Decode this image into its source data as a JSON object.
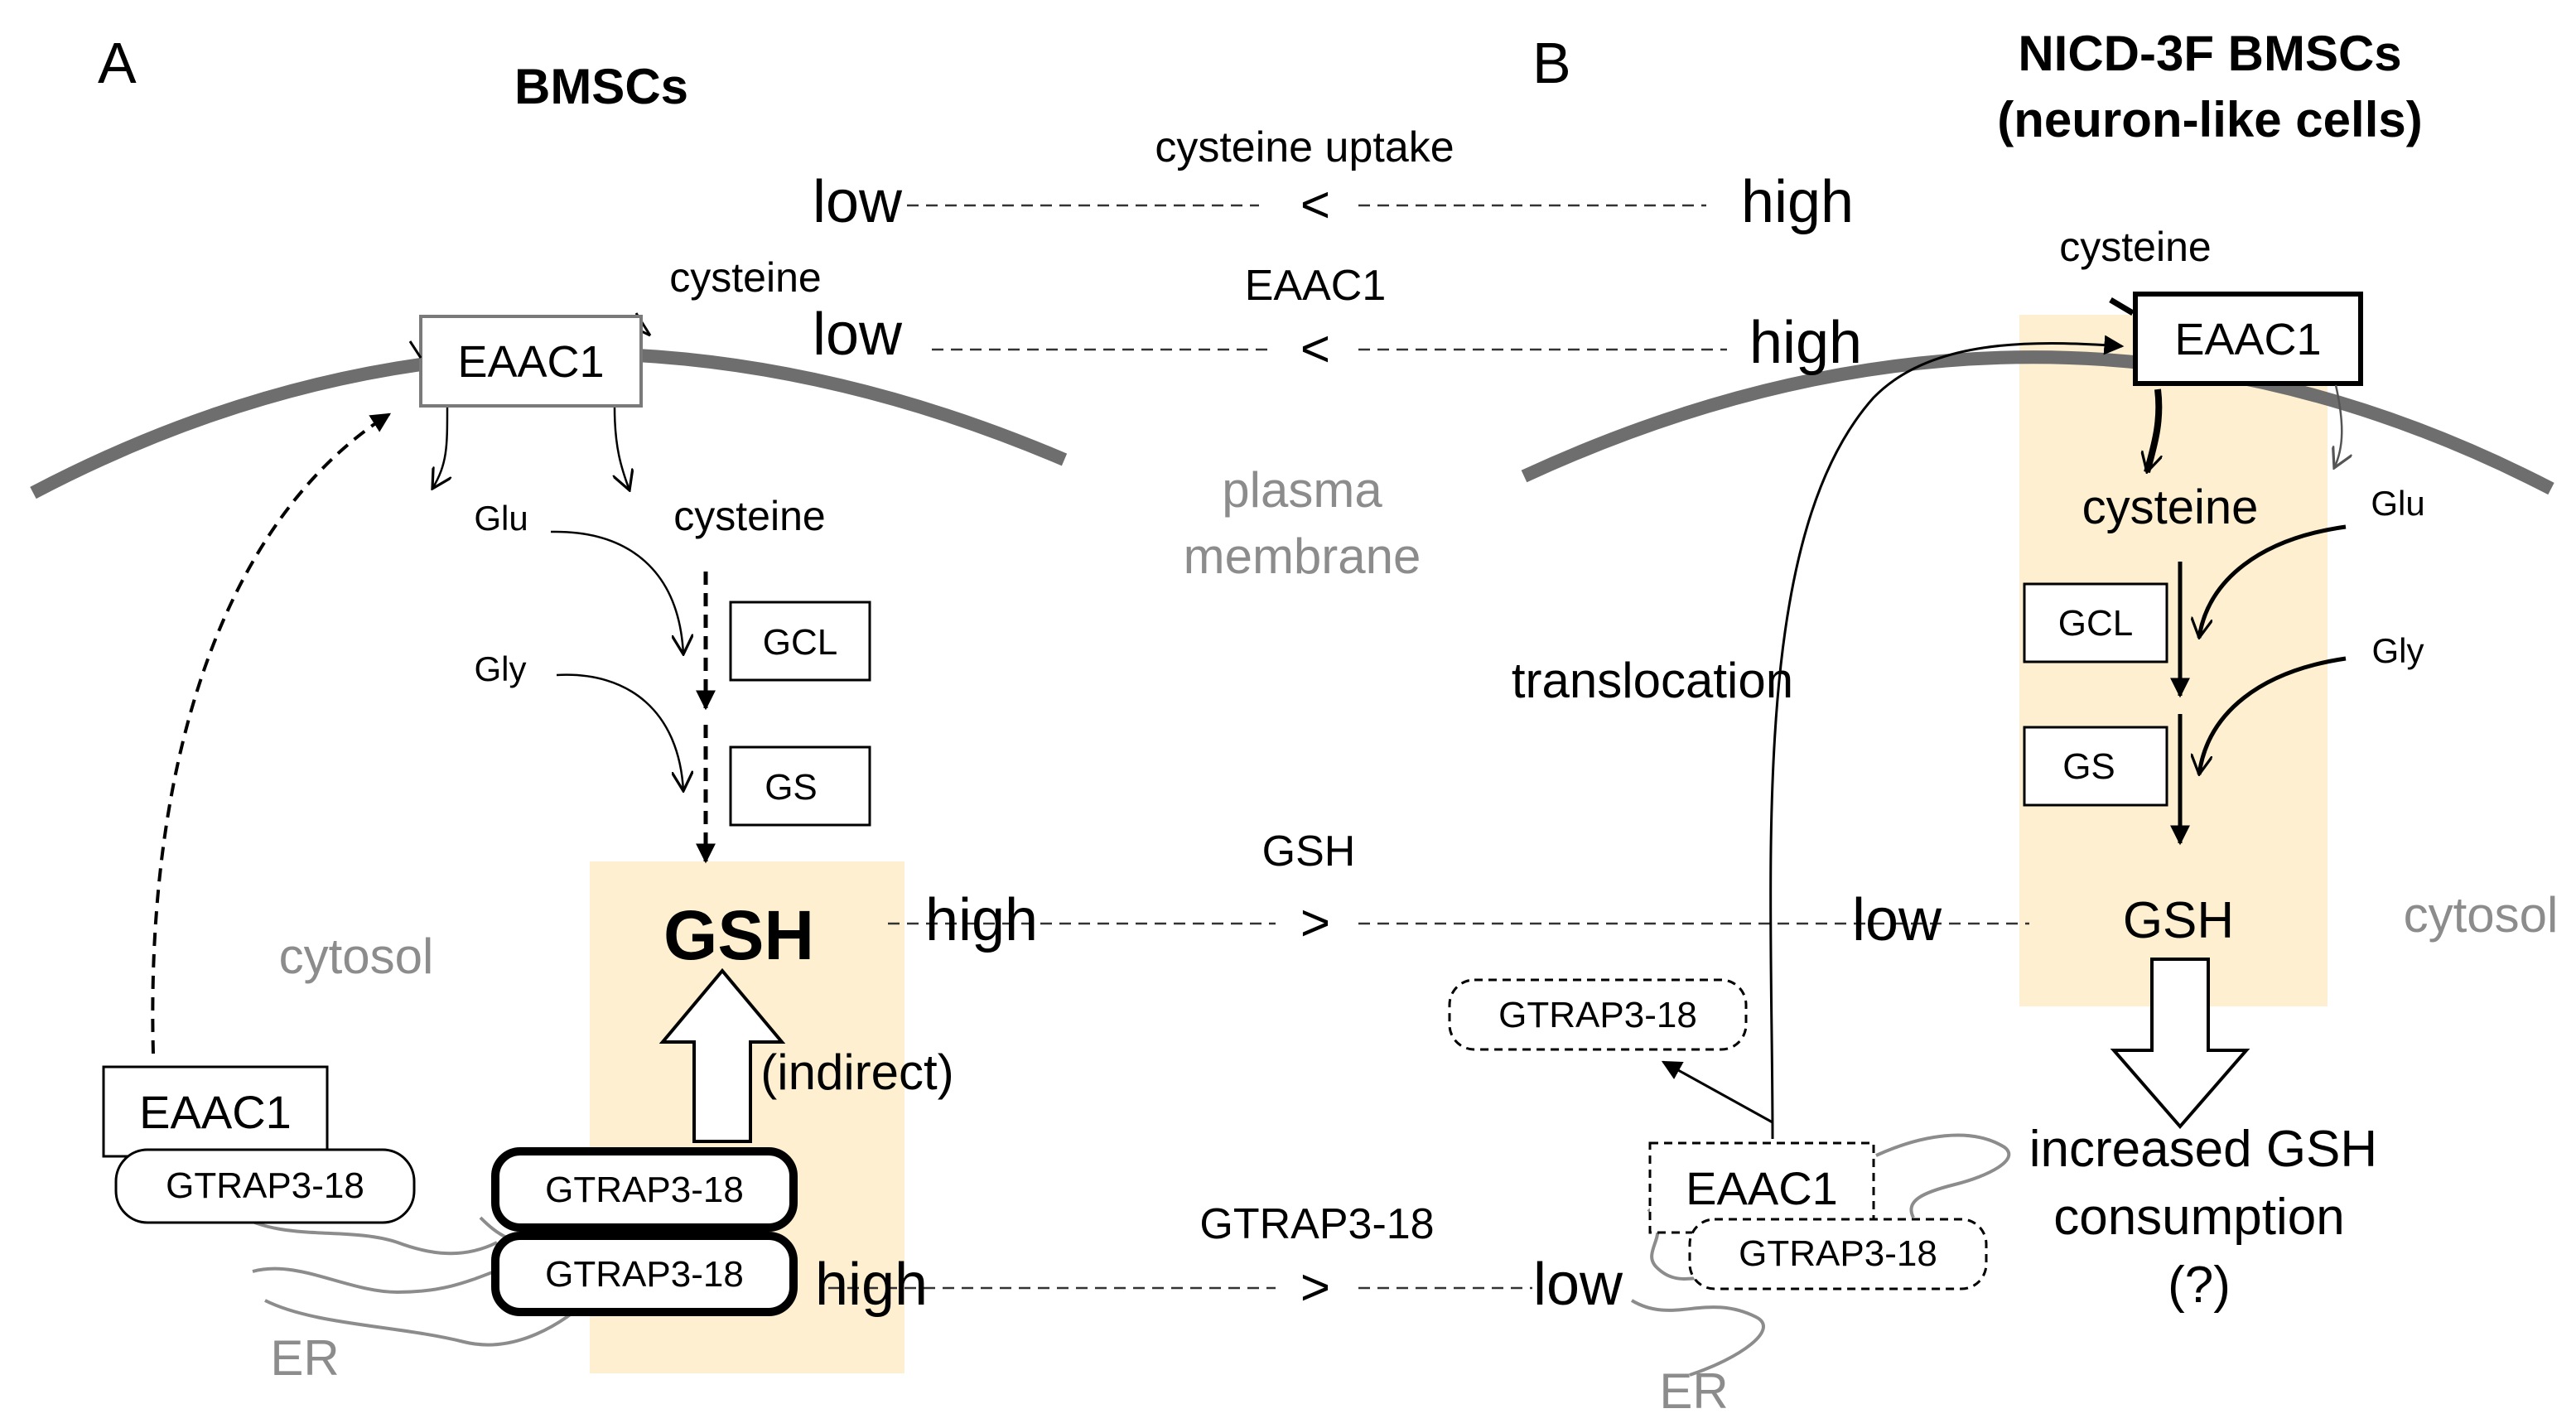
{
  "panel_a": {
    "letter": "A",
    "title": "BMSCs",
    "eaac1_membrane": "EAAC1",
    "cysteine_outside": "cysteine",
    "glu": "Glu",
    "cysteine_inside": "cysteine",
    "gly": "Gly",
    "gcl": "GCL",
    "gs": "GS",
    "gsh": "GSH",
    "indirect": "(indirect)",
    "cytosol": "cytosol",
    "eaac1_er": "EAAC1",
    "gtrap_er": "GTRAP3-18",
    "gtrap_1": "GTRAP3-18",
    "gtrap_2": "GTRAP3-18",
    "er": "ER"
  },
  "panel_b": {
    "letter": "B",
    "title_line1": "NICD-3F BMSCs",
    "title_line2": "(neuron-like cells)",
    "cysteine_outside": "cysteine",
    "eaac1_membrane": "EAAC1",
    "cysteine_inside": "cysteine",
    "glu": "Glu",
    "gcl": "GCL",
    "gly": "Gly",
    "gs": "GS",
    "gsh": "GSH",
    "cytosol": "cytosol",
    "translocation": "translocation",
    "gtrap_free": "GTRAP3-18",
    "eaac1_er": "EAAC1",
    "gtrap_er": "GTRAP3-18",
    "consumption_line1": "increased GSH",
    "consumption_line2": "consumption",
    "consumption_line3": "(?)",
    "er": "ER"
  },
  "center": {
    "plasma_membrane_line1": "plasma",
    "plasma_membrane_line2": "membrane"
  },
  "comparisons": [
    {
      "label": "cysteine uptake",
      "left": "low",
      "symbol": "<",
      "right": "high"
    },
    {
      "label": "EAAC1",
      "left": "low",
      "symbol": "<",
      "right": "high"
    },
    {
      "label": "GSH",
      "left": "high",
      "symbol": ">",
      "right": "low"
    },
    {
      "label": "GTRAP3-18",
      "left": "high",
      "symbol": ">",
      "right": "low"
    }
  ],
  "colors": {
    "highlight": "#fdefcf",
    "membrane": "#6e6e6e",
    "gray_text": "#8c8c8c"
  }
}
